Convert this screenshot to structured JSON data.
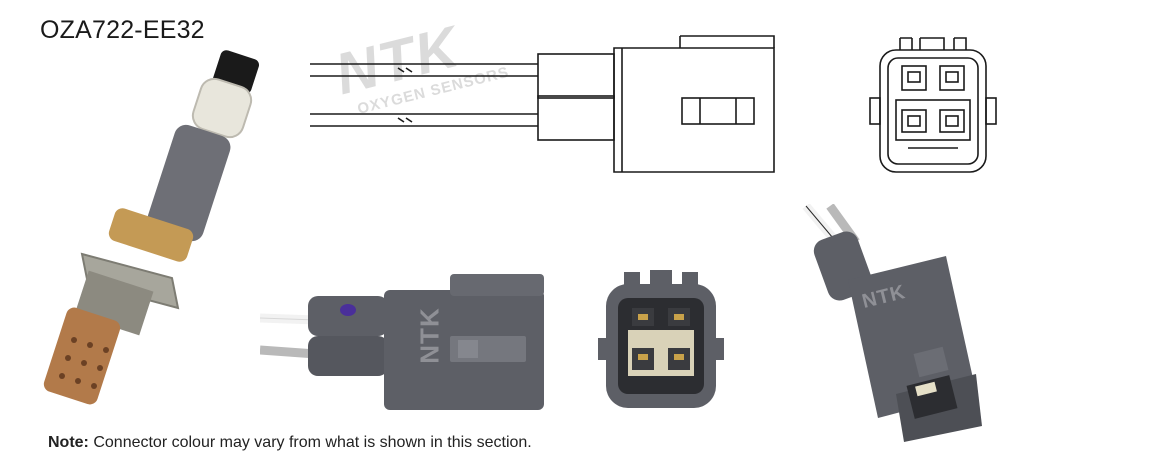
{
  "header": {
    "part_number": "OZA722-EE32"
  },
  "note": {
    "label": "Note:",
    "text": " Connector colour may vary from what is shown in this section."
  },
  "watermark": {
    "brand": "NTK",
    "subtitle": "OXYGEN SENSORS"
  },
  "connector_brand": {
    "side_mark": "NTK",
    "top_mark": "NTK"
  },
  "colors": {
    "connector_grey": "#5d5f66",
    "sensor_copper": "#b27a4a",
    "sensor_metal": "#9a9a90",
    "latch_purple": "#4a2f9a",
    "wire_white": "#f2f2f2",
    "wire_grey": "#b9b9b9"
  }
}
